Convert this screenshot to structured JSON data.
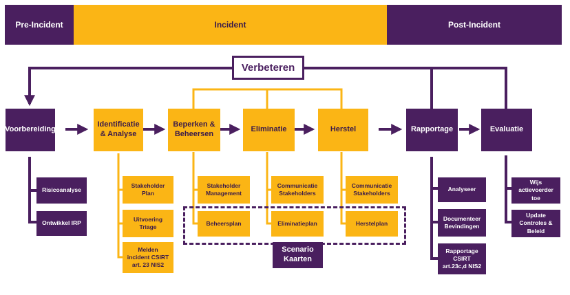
{
  "phases": {
    "pre": "Pre-Incident",
    "incident": "Incident",
    "post": "Post-Incident"
  },
  "verbeteren": "Verbeteren",
  "steps": {
    "voorbereiding": "Voorbereiding",
    "identificatie": "Identificatie & Analyse",
    "beperken": "Beperken & Beheersen",
    "eliminatie": "Eliminatie",
    "herstel": "Herstel",
    "rapportage": "Rapportage",
    "evaluatie": "Evaluatie"
  },
  "subs": {
    "risicoanalyse": "Risicoanalyse",
    "ontwikkel_irp": "Ontwikkel IRP",
    "stakeholder_plan": "Stakeholder Plan",
    "uitvoering_triage": "Uitvoering Triage",
    "melden": "Melden incident CSIRT art. 23 NIS2",
    "stakeholder_management": "Stakeholder Management",
    "beheersplan": "Beheersplan",
    "communicatie_1": "Communicatie Stakeholders",
    "eliminatieplan": "Eliminatieplan",
    "communicatie_2": "Communicatie Stakeholders",
    "herstelplan": "Herstelplan",
    "analyseer": "Analyseer",
    "documenteer": "Documenteer Bevindingen",
    "rapportage_csirt": "Rapportage CSIRT art.23c,d NIS2",
    "wijs": "Wijs actievoerder toe",
    "update": "Update Controles & Beleid"
  },
  "scenario": "Scenario Kaarten",
  "colors": {
    "purple": "#4a1f5f",
    "yellow": "#fbb515"
  }
}
